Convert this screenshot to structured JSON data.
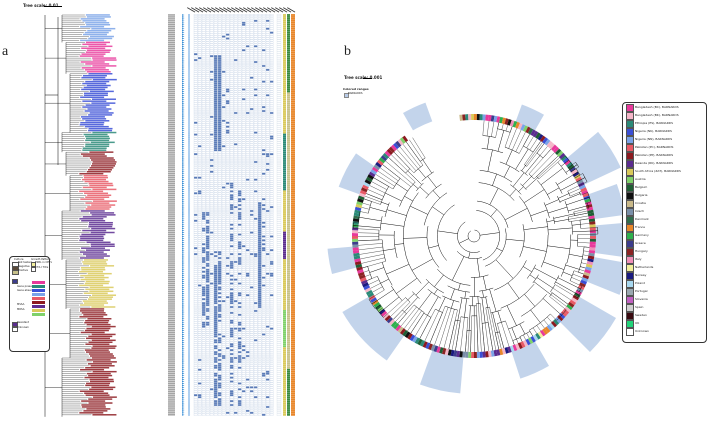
{
  "panel_a": {
    "label": "a",
    "scale_label": "Tree scale: 0.01",
    "legend_top": [
      "Culture",
      "Not tested",
      "Negative",
      "Positive"
    ],
    "legend_top_right": [
      "Growth Pattern",
      "ESBL in CEFx",
      "CTX-I Titrs"
    ],
    "legend_symbols": [
      "Gene present",
      "Gene absent"
    ],
    "legend_circles": [
      "MSSA",
      "MRSA"
    ],
    "legend_clade": [
      "Resistant",
      "Unknown"
    ]
  },
  "panel_b": {
    "label": "b",
    "scale_label": "Tree scale: 0.001",
    "ranges_title": "Colored ranges",
    "ranges_item": "BARNARDS",
    "legend": [
      {
        "label": "Bangladesh (BC), BARNARDS",
        "color": "#e8399b"
      },
      {
        "label": "Bangladesh (BK), BARNARDS",
        "color": "#f4b6c8"
      },
      {
        "label": "Ethiopia (ES), BARNARDS",
        "color": "#2b8a78"
      },
      {
        "label": "Nigeria (NK), BARNARDS",
        "color": "#3a4fd6"
      },
      {
        "label": "Nigeria (NN), BARNARDS",
        "color": "#7aa3e8"
      },
      {
        "label": "Pakistan (PC), BARNARDS",
        "color": "#e85a66"
      },
      {
        "label": "Pakistan (PP), BARNARDS",
        "color": "#8c1a20"
      },
      {
        "label": "Rwanda (RK), BARNARDS",
        "color": "#5b2c8f"
      },
      {
        "label": "South Africa (ZAT), BARNARDS",
        "color": "#d9c95a"
      },
      {
        "label": "Austria",
        "color": "#7fd16a"
      },
      {
        "label": "Belgium",
        "color": "#1f5e34"
      },
      {
        "label": "Bulgaria",
        "color": "#111111"
      },
      {
        "label": "Croatia",
        "color": "#c9b98a"
      },
      {
        "label": "Czech",
        "color": "#7a8fa8"
      },
      {
        "label": "Denmark",
        "color": "#2f6d4c"
      },
      {
        "label": "France",
        "color": "#e8862a"
      },
      {
        "label": "Germany",
        "color": "#2fb04d"
      },
      {
        "label": "Greece",
        "color": "#3c3c8c"
      },
      {
        "label": "Hungary",
        "color": "#8b2323"
      },
      {
        "label": "Italy",
        "color": "#f08fb8"
      },
      {
        "label": "Netherlands",
        "color": "#f2ef9c"
      },
      {
        "label": "Norway",
        "color": "#1a1a80"
      },
      {
        "label": "Poland",
        "color": "#a8d8f0"
      },
      {
        "label": "Portugal",
        "color": "#9aa8b0"
      },
      {
        "label": "Slovenia",
        "color": "#c060c0"
      },
      {
        "label": "Spain",
        "color": "#d0d0d0"
      },
      {
        "label": "Sweden",
        "color": "#3a0a10"
      },
      {
        "label": "UK",
        "color": "#22d47a"
      },
      {
        "label": "Unknown",
        "color": "#ffffff"
      }
    ]
  }
}
